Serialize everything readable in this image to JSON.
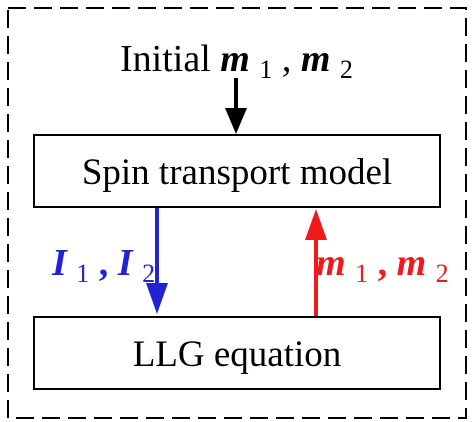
{
  "diagram": {
    "initial_label": {
      "prefix": "Initial ",
      "m1_base": "m",
      "m1_sub": "1",
      "comma": ", ",
      "m2_base": "m",
      "m2_sub": "2"
    },
    "spin_box": {
      "label": "Spin transport model"
    },
    "llg_box": {
      "label": "LLG equation"
    },
    "down_flow_label": {
      "i1_base": "I",
      "i1_sub": "1",
      "comma": ", ",
      "i2_base": "I",
      "i2_sub": "2"
    },
    "up_flow_label": {
      "m1_base": "m",
      "m1_sub": "1",
      "comma": ", ",
      "m2_base": "m",
      "m2_sub": "2"
    },
    "colors": {
      "current_flow": "#2323d6",
      "magnetization_flow": "#f01a1a",
      "black": "#000000"
    }
  }
}
